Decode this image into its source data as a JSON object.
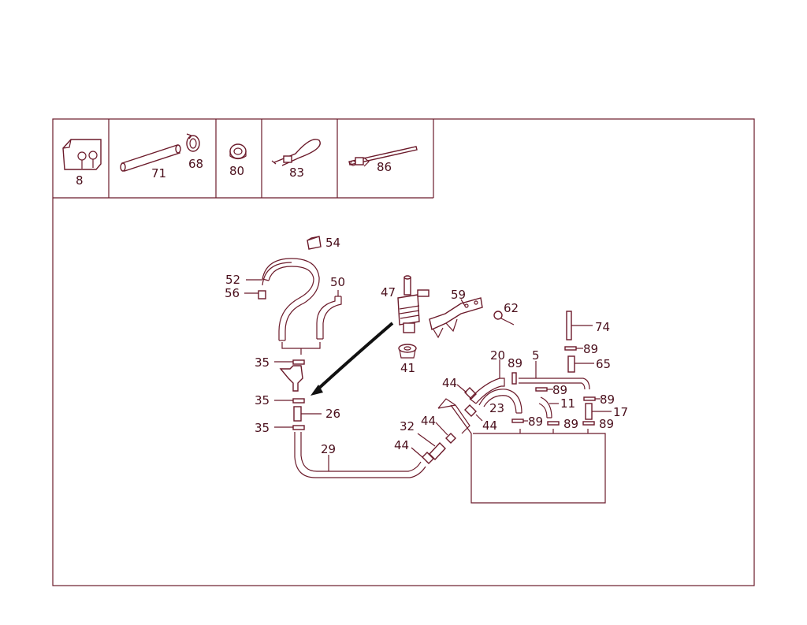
{
  "header_parts": [
    {
      "id": "part-8",
      "label": "8"
    },
    {
      "id": "part-71",
      "label": "71"
    },
    {
      "id": "part-68",
      "label": "68"
    },
    {
      "id": "part-80",
      "label": "80"
    },
    {
      "id": "part-83",
      "label": "83"
    },
    {
      "id": "part-86",
      "label": "86"
    }
  ],
  "callouts": {
    "c54": "54",
    "c52": "52",
    "c56": "56",
    "c50": "50",
    "c47": "47",
    "c59": "59",
    "c62": "62",
    "c74": "74",
    "c89a": "89",
    "c65": "65",
    "c35a": "35",
    "c41": "41",
    "c20": "20",
    "c89b": "89",
    "c5": "5",
    "c44a": "44",
    "c89c": "89",
    "c89d": "89",
    "c35b": "35",
    "c26": "26",
    "c23": "23",
    "c11": "11",
    "c17": "17",
    "c44b": "44",
    "c44c": "44",
    "c89e": "89",
    "c89f": "89",
    "c89g": "89",
    "c35c": "35",
    "c32": "32",
    "c29": "29",
    "c44d": "44"
  },
  "colors": {
    "line": "#6b1a2a",
    "text": "#4a0f1c",
    "background": "#ffffff"
  }
}
